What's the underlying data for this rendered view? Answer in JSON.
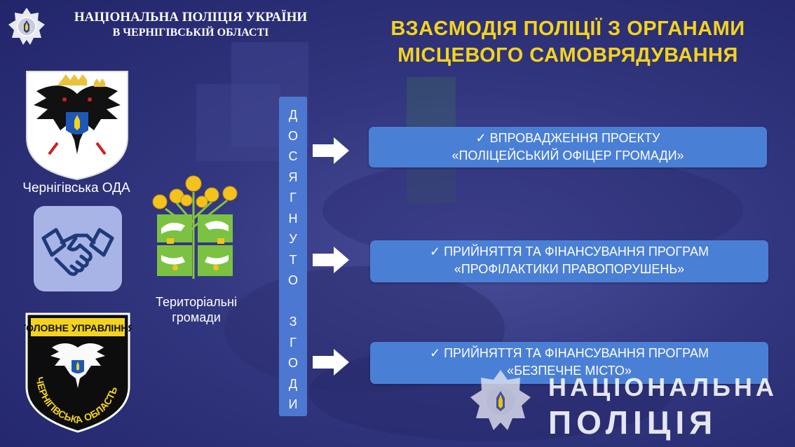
{
  "header": {
    "org_line1": "НАЦІОНАЛЬНА ПОЛІЦІЯ УКРАЇНИ",
    "org_line2": "В ЧЕРНІГІВСЬКІЙ  ОБЛАСТІ",
    "title_line1": "ВЗАЄМОДІЯ ПОЛІЦІЇ З ОРГАНАМИ",
    "title_line2": "МІСЦЕВОГО САМОВРЯДУВАННЯ",
    "title_color": "#f4d31f"
  },
  "left": {
    "oda_label": "Чернігівська ОДА",
    "shield_top": "ГОЛОВНЕ УПРАВЛІННЯ",
    "shield_bottom": "ЧЕРНІГІВСЬКА ОБЛАСТЬ",
    "communities_line1": "Територіальні",
    "communities_line2": "громади"
  },
  "vertical_word": [
    "Д",
    "О",
    "С",
    "Я",
    "Г",
    "Н",
    "У",
    "Т",
    "О",
    "",
    "З",
    "Г",
    "О",
    "Д",
    "И"
  ],
  "items": [
    {
      "line1": "✓ ВПРОВАДЖЕННЯ ПРОЕКТУ",
      "line2": "«ПОЛІЦЕЙСЬКИЙ ОФІЦЕР ГРОМАДИ»"
    },
    {
      "line1": "✓ ПРИЙНЯТТЯ ТА ФІНАНСУВАННЯ ПРОГРАМ",
      "line2": "«ПРОФІЛАКТИКИ ПРАВОПОРУШЕНЬ»"
    },
    {
      "line1": "✓ ПРИЙНЯТТЯ ТА ФІНАНСУВАННЯ ПРОГРАМ",
      "line2": "«БЕЗПЕЧНЕ МІСТО»"
    }
  ],
  "watermark": {
    "line1": "НАЦІОНАЛЬНА",
    "line2": "ПОЛІЦІЯ"
  },
  "colors": {
    "accent_blue": "#4a7fd6",
    "bar_blue": "#4c78d2",
    "yellow": "#f4d31f"
  }
}
